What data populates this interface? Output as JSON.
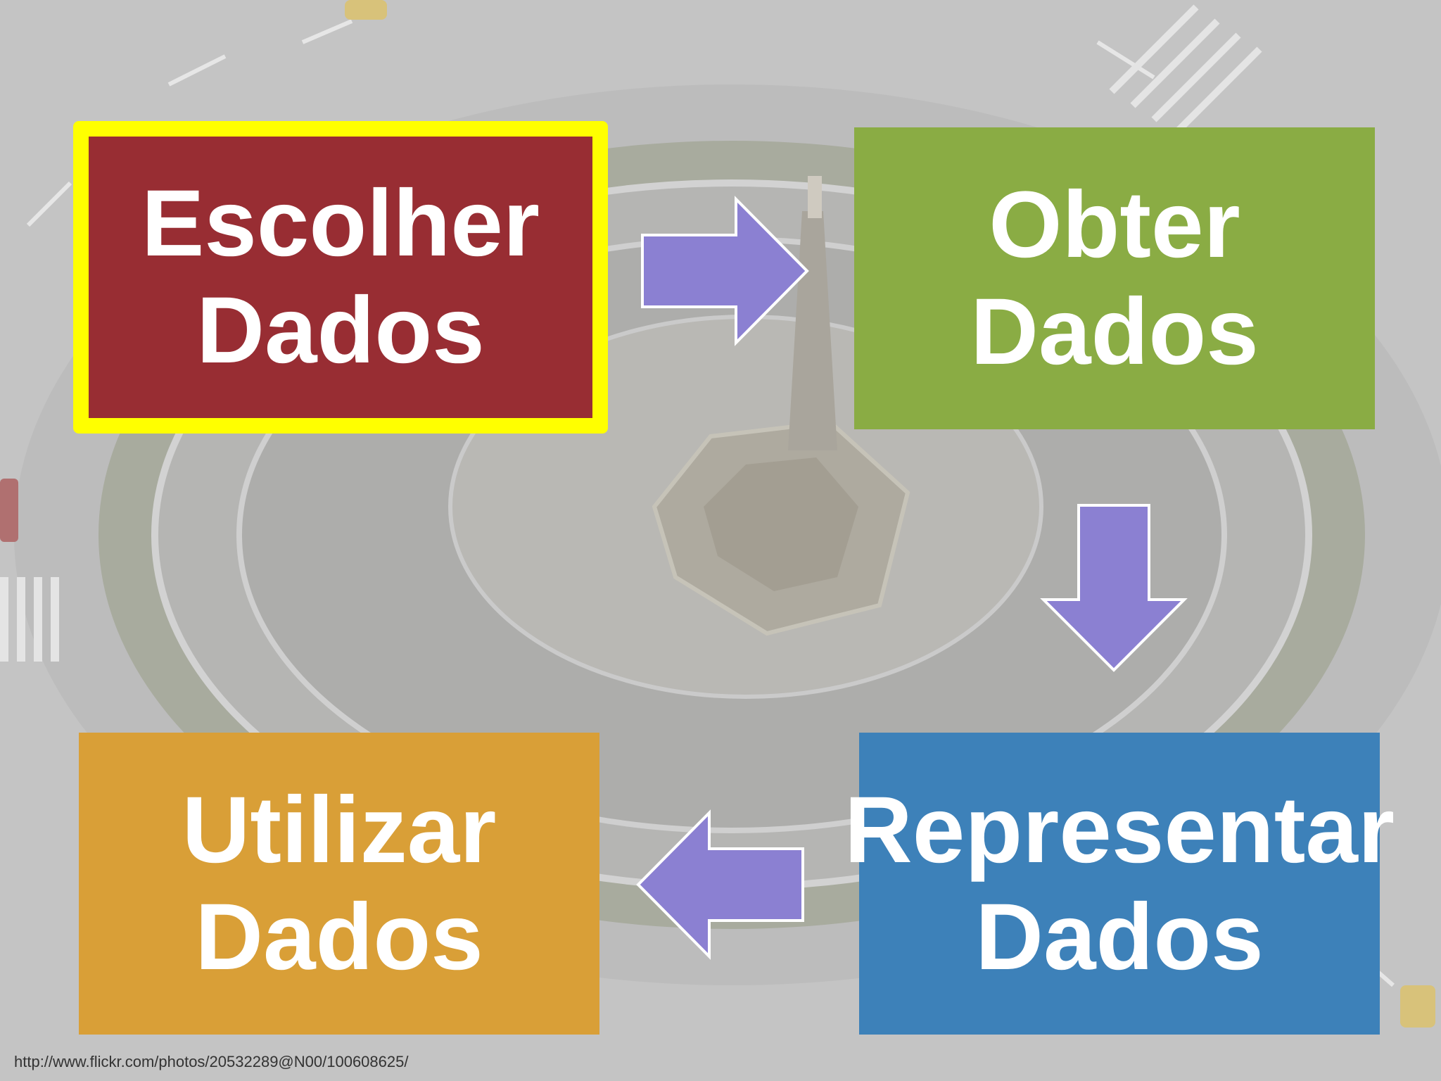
{
  "diagram": {
    "boxes": [
      {
        "id": "escolher",
        "lines": [
          "Escolher",
          "Dados"
        ],
        "fill": "#982d33",
        "border": "#ffff00"
      },
      {
        "id": "obter",
        "lines": [
          "Obter",
          "Dados"
        ],
        "fill": "#8aac44"
      },
      {
        "id": "representar",
        "lines": [
          "Representar",
          "Dados"
        ],
        "fill": "#3d81b9"
      },
      {
        "id": "utilizar",
        "lines": [
          "Utilizar",
          "Dados"
        ],
        "fill": "#d99f37"
      }
    ],
    "arrows": [
      {
        "from": "escolher",
        "to": "obter",
        "direction": "right"
      },
      {
        "from": "obter",
        "to": "representar",
        "direction": "down"
      },
      {
        "from": "representar",
        "to": "utilizar",
        "direction": "left"
      }
    ],
    "arrow_color": "#8b80d2",
    "arrow_outline": "#ffffff"
  },
  "credit": "http://www.flickr.com/photos/20532289@N00/100608625/",
  "colors": {
    "background_overlay": "#bfbfbf",
    "text": "#ffffff"
  }
}
